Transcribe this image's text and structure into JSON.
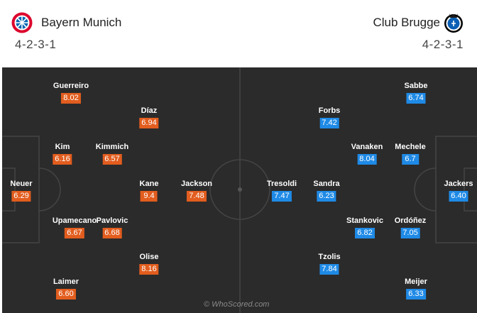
{
  "home": {
    "name": "Bayern Munich",
    "formation": "4-2-3-1",
    "badge_icon": "bayern-munich-badge-icon",
    "players": [
      {
        "name": "Guerreiro",
        "rating": "8.02"
      },
      {
        "name": "Díaz",
        "rating": "6.94"
      },
      {
        "name": "Kim",
        "rating": "6.16"
      },
      {
        "name": "Kimmich",
        "rating": "6.57"
      },
      {
        "name": "Neuer",
        "rating": "6.29"
      },
      {
        "name": "Kane",
        "rating": "9.4"
      },
      {
        "name": "Jackson",
        "rating": "7.48"
      },
      {
        "name": "Upamecano",
        "rating": "6.67"
      },
      {
        "name": "Pavlovic",
        "rating": "6.68"
      },
      {
        "name": "Olise",
        "rating": "8.16"
      },
      {
        "name": "Laimer",
        "rating": "6.60"
      }
    ]
  },
  "away": {
    "name": "Club Brugge",
    "formation": "4-2-3-1",
    "badge_icon": "club-brugge-badge-icon",
    "players": [
      {
        "name": "Sabbe",
        "rating": "6.74"
      },
      {
        "name": "Forbs",
        "rating": "7.42"
      },
      {
        "name": "Vanaken",
        "rating": "8.04"
      },
      {
        "name": "Mechele",
        "rating": "6.7"
      },
      {
        "name": "Tresoldi",
        "rating": "7.47"
      },
      {
        "name": "Sandra",
        "rating": "6.23"
      },
      {
        "name": "Jackers",
        "rating": "6.40"
      },
      {
        "name": "Stankovic",
        "rating": "6.82"
      },
      {
        "name": "Ordóñez",
        "rating": "7.05"
      },
      {
        "name": "Tzolis",
        "rating": "7.84"
      },
      {
        "name": "Meijer",
        "rating": "6.33"
      }
    ]
  },
  "colors": {
    "home_rating": "#e25d1e",
    "away_rating": "#1f8ae6",
    "pitch": "#2b2b2b",
    "lines": "#444444"
  },
  "watermark": "© WhoScored.com"
}
